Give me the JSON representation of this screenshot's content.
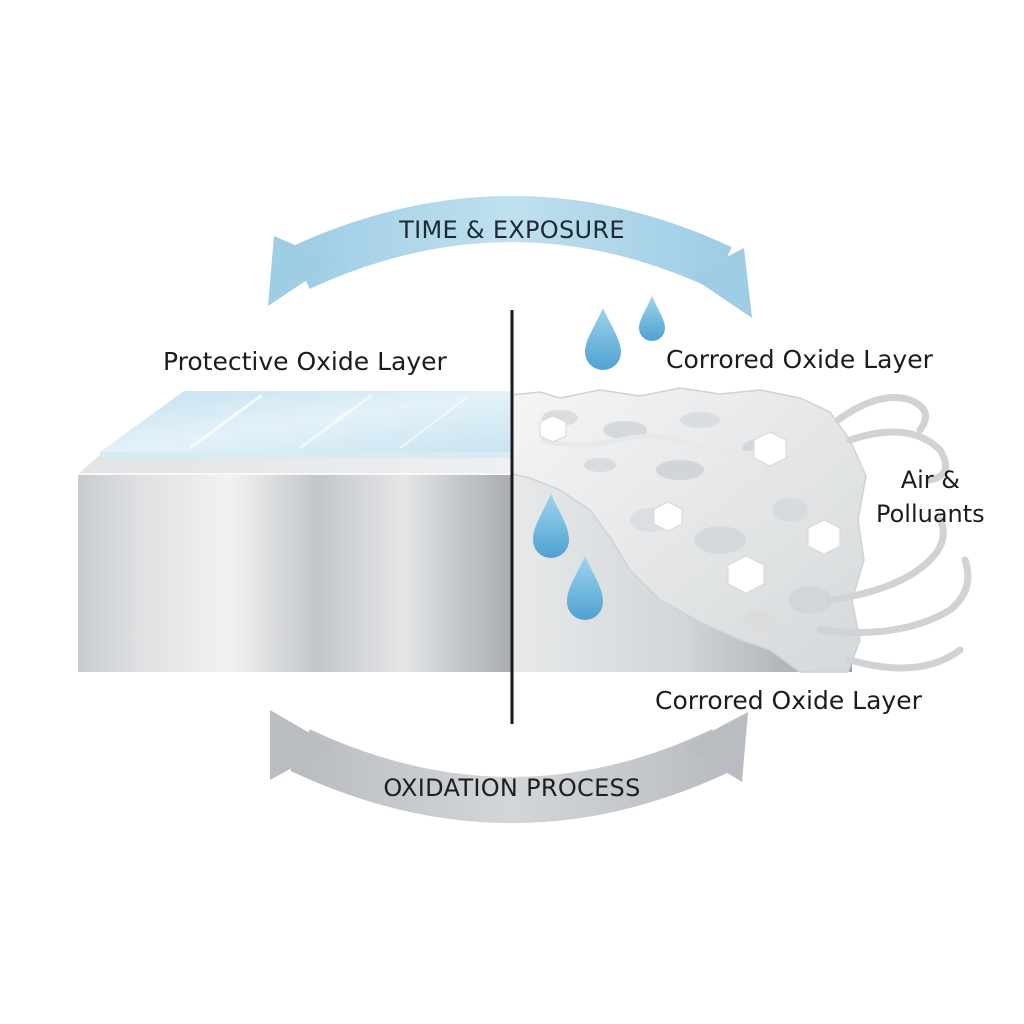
{
  "cycle": {
    "top_label": "TIME & EXPOSURE",
    "bottom_label": "OXIDATION PROCESS"
  },
  "labels": {
    "protective": "Protective Oxide Layer",
    "corroded_top": "Corrored Oxide Layer",
    "corroded_bottom": "Corrored Oxide Layer",
    "air_line1": "Air &",
    "air_line2": "Polluants"
  },
  "colors": {
    "top_arrow": "#a9d3e8",
    "bottom_arrow": "#c4c8cc",
    "metal_light": "#e6e8ea",
    "metal_dark": "#9ea3a8",
    "oxide_layer": "#cfe6f2",
    "water_drop": "#6fb8e0",
    "corrosion": "#e9ebec",
    "divider": "#1a1a1a"
  },
  "icons": {
    "water_drop": "water-drop-icon",
    "crystal": "crystal-icon",
    "wind": "wind-swirl-icon"
  }
}
